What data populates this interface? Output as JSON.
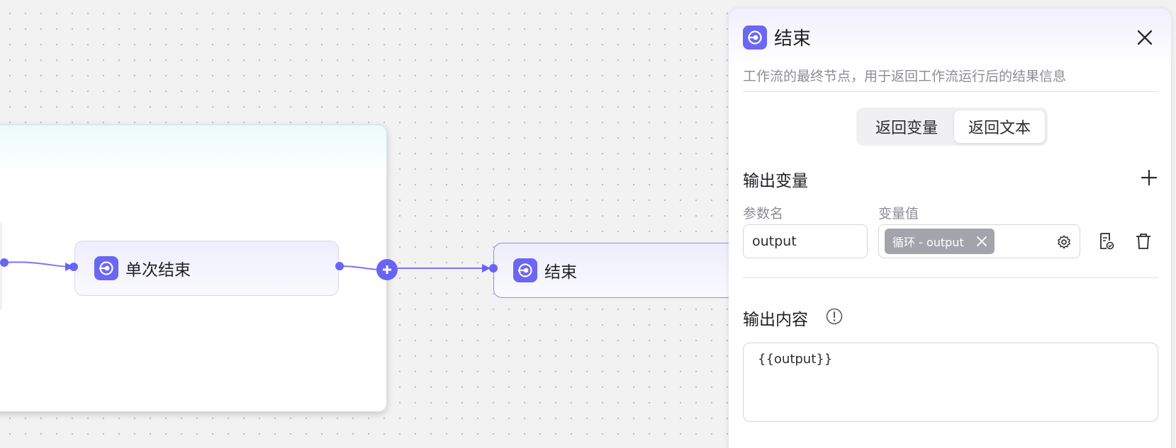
{
  "canvas": {
    "single_end_node": {
      "title": "单次结束"
    },
    "end_node": {
      "title": "结束"
    }
  },
  "panel": {
    "title": "结束",
    "description": "工作流的最终节点，用于返回工作流运行后的结果信息",
    "tabs": [
      {
        "label": "返回变量",
        "active": false
      },
      {
        "label": "返回文本",
        "active": true
      }
    ],
    "output_variables": {
      "title": "输出变量",
      "col_name": "参数名",
      "col_value": "变量值",
      "rows": [
        {
          "name": "output",
          "value_tag": "循环 - output"
        }
      ]
    },
    "output_content": {
      "title": "输出内容",
      "value": "{{output}}"
    }
  },
  "colors": {
    "accent": "#6a64f5",
    "node_icon": "#6b66f3",
    "tag_bg": "#a3a3ac"
  }
}
